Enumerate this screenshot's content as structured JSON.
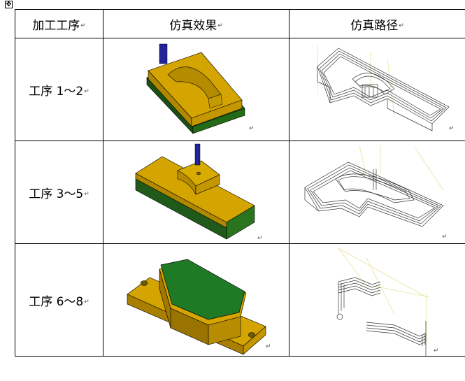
{
  "anchor_icon": "move-table-icon",
  "table": {
    "headers": [
      "加工工序",
      "仿真效果",
      "仿真路径"
    ],
    "return_mark": "↵",
    "rows": [
      {
        "operation": "工序 1～2",
        "simulation_image": "part-step-1-2-sim",
        "path_image": "toolpath-step-1-2"
      },
      {
        "operation": "工序 3～5",
        "simulation_image": "part-step-3-5-sim",
        "path_image": "toolpath-step-3-5"
      },
      {
        "operation": "工序 6～8",
        "simulation_image": "part-step-6-8-sim",
        "path_image": "toolpath-step-6-8"
      }
    ]
  },
  "colors": {
    "material": "#d4a400",
    "material_shade": "#a87f00",
    "base": "#1f5a1a",
    "finished": "#1e7a25",
    "tool": "#2a2a9a",
    "path": "#333333",
    "path_highlight": "#e8e69a"
  }
}
